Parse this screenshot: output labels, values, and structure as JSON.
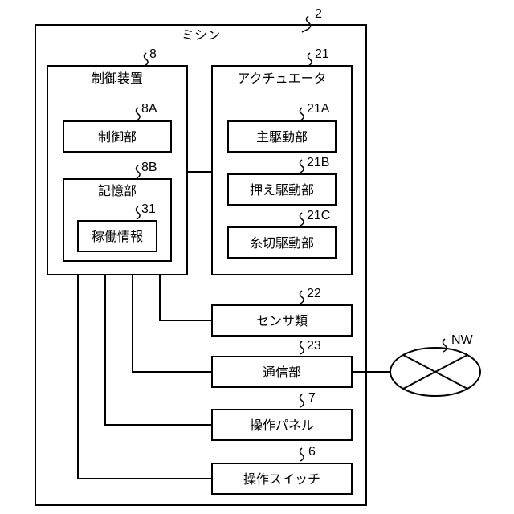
{
  "machine": {
    "label": "ミシン",
    "ref": "2"
  },
  "controller": {
    "label": "制御装置",
    "ref": "8",
    "control_unit": {
      "label": "制御部",
      "ref": "8A"
    },
    "storage_unit": {
      "label": "記憶部",
      "ref": "8B",
      "operation_info": {
        "label": "稼働情報",
        "ref": "31"
      }
    }
  },
  "actuator": {
    "label": "アクチュエータ",
    "ref": "21",
    "main_drive": {
      "label": "主駆動部",
      "ref": "21A"
    },
    "presser_drive": {
      "label": "押え駆動部",
      "ref": "21B"
    },
    "thread_cut_drive": {
      "label": "糸切駆動部",
      "ref": "21C"
    }
  },
  "sensors": {
    "label": "センサ類",
    "ref": "22"
  },
  "communication": {
    "label": "通信部",
    "ref": "23"
  },
  "operation_panel": {
    "label": "操作パネル",
    "ref": "7"
  },
  "operation_switch": {
    "label": "操作スイッチ",
    "ref": "6"
  },
  "network": {
    "label": "NW"
  }
}
